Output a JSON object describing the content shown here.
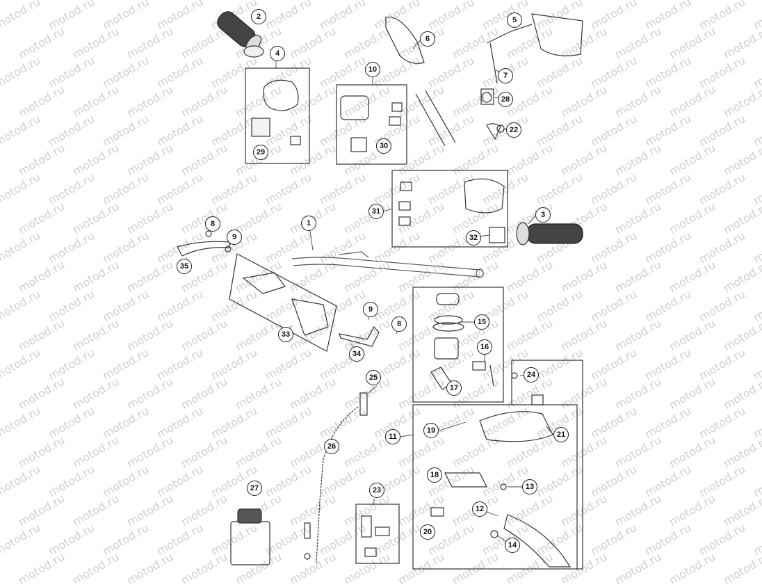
{
  "watermark": "motod.ru",
  "callouts": [
    "1",
    "2",
    "3",
    "4",
    "5",
    "6",
    "7",
    "8",
    "9",
    "10",
    "11",
    "12",
    "13",
    "14",
    "15",
    "16",
    "17",
    "18",
    "19",
    "20",
    "21",
    "22",
    "23",
    "24",
    "25",
    "26",
    "27",
    "28",
    "29",
    "30",
    "31",
    "32",
    "33",
    "34",
    "35",
    "8",
    "9"
  ]
}
